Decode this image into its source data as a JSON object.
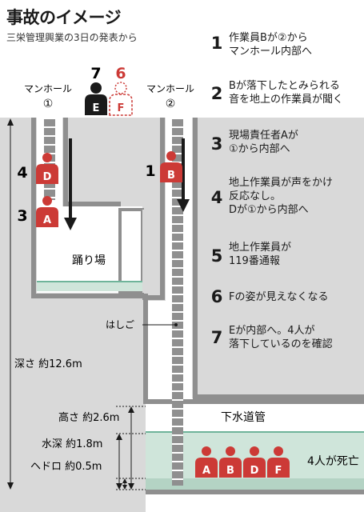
{
  "title": "事故のイメージ",
  "subtitle": "三栄管理興業の3日の発表から",
  "steps": [
    {
      "num": "1",
      "text": "作業員Bが②から\nマンホール内部へ"
    },
    {
      "num": "2",
      "text": "Bが落下したとみられる\n音を地上の作業員が聞く"
    },
    {
      "num": "3",
      "text": "現場責任者Aが\n①から内部へ"
    },
    {
      "num": "4",
      "text": "地上作業員が声をかけ\n反応なし。\nDが①から内部へ"
    },
    {
      "num": "5",
      "text": "地上作業員が\n119番通報"
    },
    {
      "num": "6",
      "text": "Fの姿が見えなくなる"
    },
    {
      "num": "7",
      "text": "Eが内部へ。4人が\n落下しているのを確認"
    }
  ],
  "labels": {
    "manhole": "マンホール",
    "manhole1": "①",
    "manhole2": "②",
    "landing": "踊り場",
    "ladder": "はしご",
    "sewer": "下水道管",
    "dead": "4人が死亡"
  },
  "measurements": {
    "depth": "深さ 約12.6m",
    "height": "高さ 約2.6m",
    "water": "水深 約1.8m",
    "sludge": "ヘドロ 約0.5m"
  },
  "figures": {
    "top_E": {
      "letter": "E",
      "step": "7"
    },
    "top_F": {
      "letter": "F",
      "step": "6"
    },
    "shaft1_D": {
      "letter": "D",
      "step": "4"
    },
    "shaft1_A": {
      "letter": "A",
      "step": "3"
    },
    "shaft2_B": {
      "letter": "B",
      "step": "1"
    },
    "victims": [
      "A",
      "B",
      "D",
      "F"
    ]
  },
  "colors": {
    "figure_red": "#cc3a36",
    "water": "#cfe5da",
    "water_line": "#6fb49a",
    "concrete": "#a8a8a8",
    "ground": "#d8d8d8"
  }
}
